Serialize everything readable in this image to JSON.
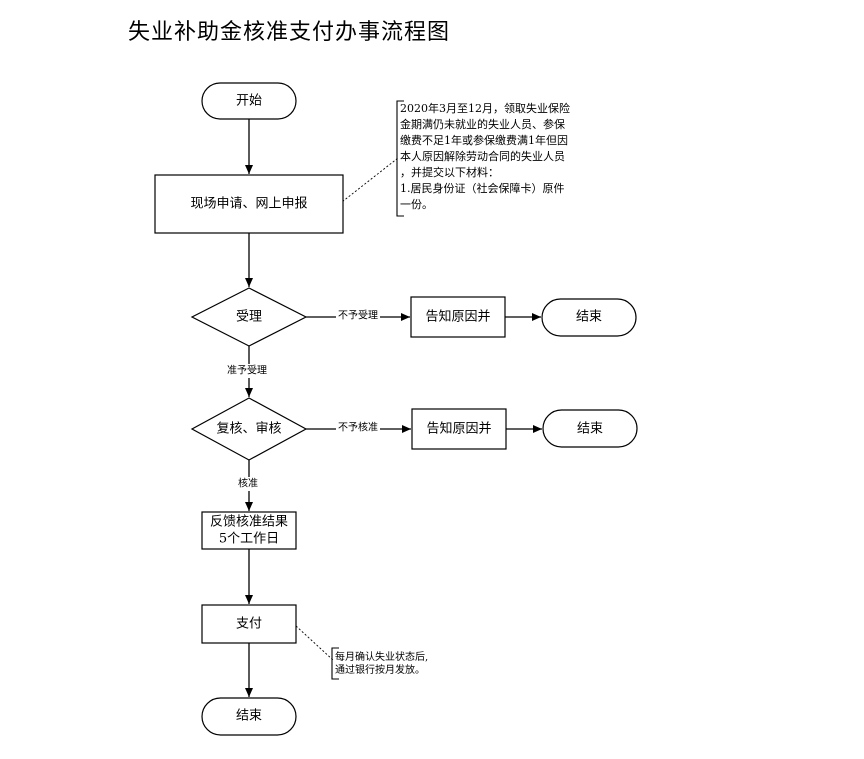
{
  "title": "失业补助金核准支付办事流程图",
  "nodes": {
    "start": "开始",
    "apply": "现场申请、网上申报",
    "accept": "受理",
    "inform1": "告知原因并",
    "end1": "结束",
    "review": "复核、审核",
    "inform2": "告知原因并",
    "end2": "结束",
    "feedback_line1": "反馈核准结果",
    "feedback_line2": "5个工作日",
    "pay": "支付",
    "end_final": "结束"
  },
  "edges": {
    "not_accepted": "不予受理",
    "accepted": "准予受理",
    "not_approved": "不予核准",
    "approved": "核准"
  },
  "notes": {
    "materials": [
      "2020年3月至12月，领取失业保险",
      "金期满仍未就业的失业人员、参保",
      "缴费不足1年或参保缴费满1年但因",
      "本人原因解除劳动合同的失业人员",
      "，并提交以下材料：",
      "1.居民身份证（社会保障卡）原件",
      "一份。"
    ],
    "payment": [
      "每月确认失业状态后,",
      "通过银行按月发放。"
    ]
  }
}
